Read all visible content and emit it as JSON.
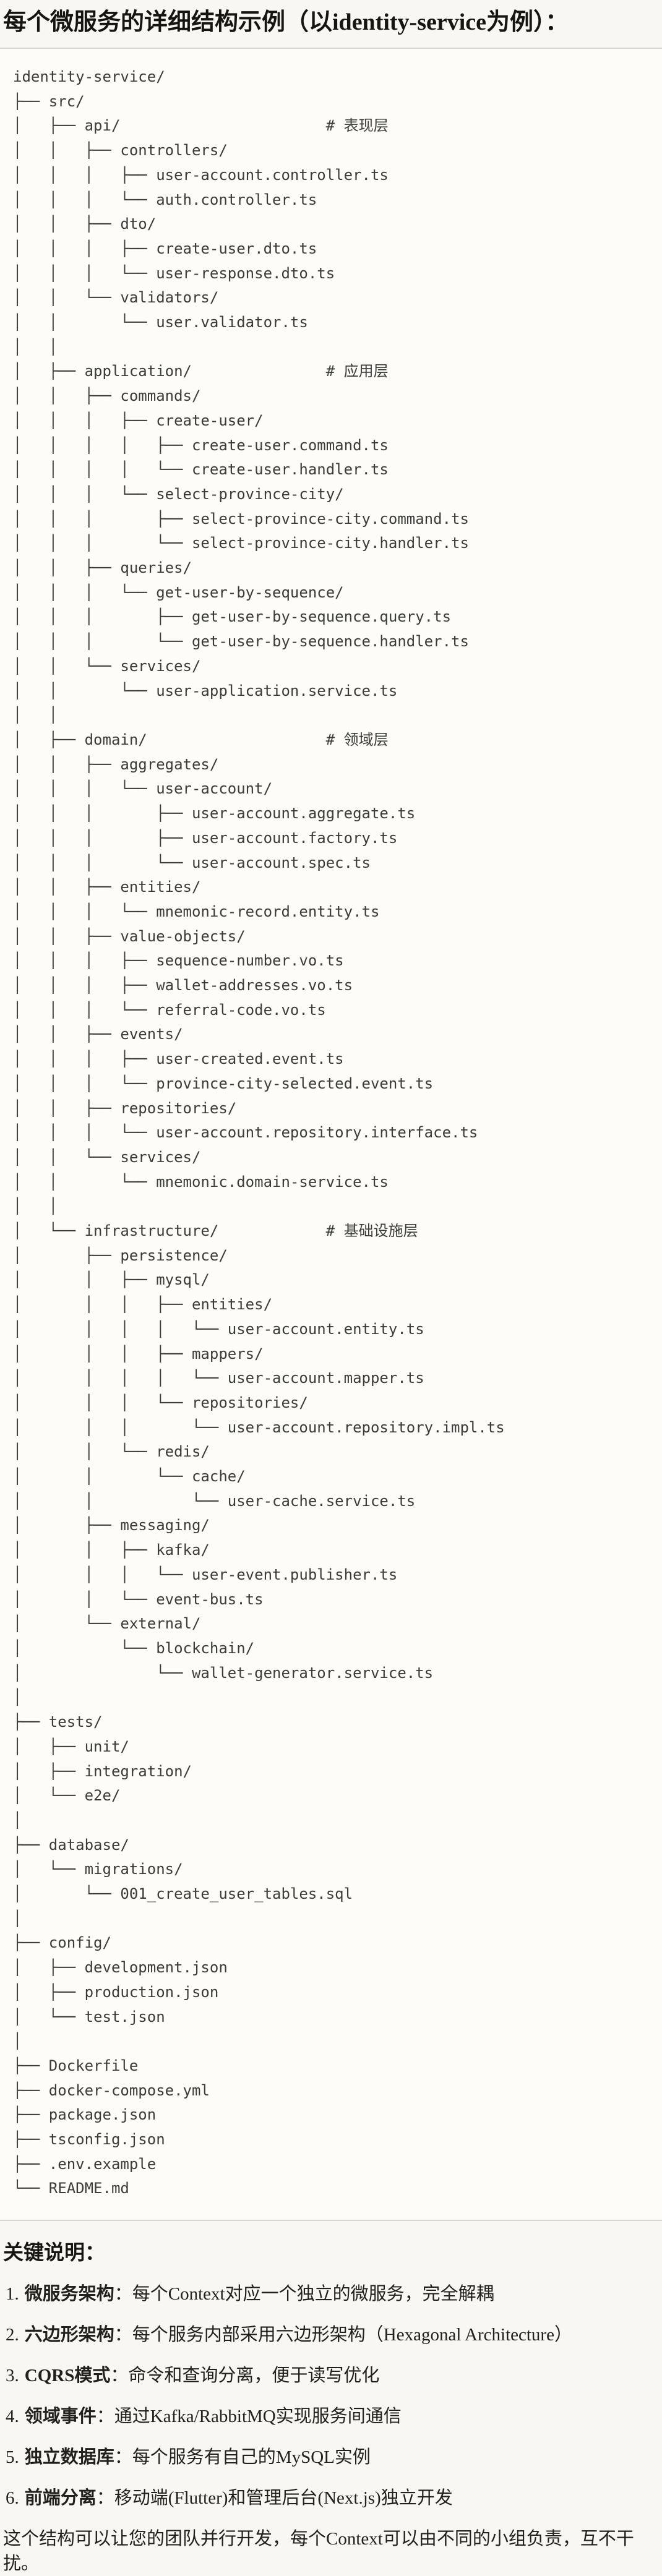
{
  "header": {
    "title": "每个微服务的详细结构示例（以identity-service为例）："
  },
  "tree": {
    "lines": [
      "identity-service/",
      "├── src/",
      "│   ├── api/                       # 表现层",
      "│   │   ├── controllers/",
      "│   │   │   ├── user-account.controller.ts",
      "│   │   │   └── auth.controller.ts",
      "│   │   ├── dto/",
      "│   │   │   ├── create-user.dto.ts",
      "│   │   │   └── user-response.dto.ts",
      "│   │   └── validators/",
      "│   │       └── user.validator.ts",
      "│   │",
      "│   ├── application/               # 应用层",
      "│   │   ├── commands/",
      "│   │   │   ├── create-user/",
      "│   │   │   │   ├── create-user.command.ts",
      "│   │   │   │   └── create-user.handler.ts",
      "│   │   │   └── select-province-city/",
      "│   │   │       ├── select-province-city.command.ts",
      "│   │   │       └── select-province-city.handler.ts",
      "│   │   ├── queries/",
      "│   │   │   └── get-user-by-sequence/",
      "│   │   │       ├── get-user-by-sequence.query.ts",
      "│   │   │       └── get-user-by-sequence.handler.ts",
      "│   │   └── services/",
      "│   │       └── user-application.service.ts",
      "│   │",
      "│   ├── domain/                    # 领域层",
      "│   │   ├── aggregates/",
      "│   │   │   └── user-account/",
      "│   │   │       ├── user-account.aggregate.ts",
      "│   │   │       ├── user-account.factory.ts",
      "│   │   │       └── user-account.spec.ts",
      "│   │   ├── entities/",
      "│   │   │   └── mnemonic-record.entity.ts",
      "│   │   ├── value-objects/",
      "│   │   │   ├── sequence-number.vo.ts",
      "│   │   │   ├── wallet-addresses.vo.ts",
      "│   │   │   └── referral-code.vo.ts",
      "│   │   ├── events/",
      "│   │   │   ├── user-created.event.ts",
      "│   │   │   └── province-city-selected.event.ts",
      "│   │   ├── repositories/",
      "│   │   │   └── user-account.repository.interface.ts",
      "│   │   └── services/",
      "│   │       └── mnemonic.domain-service.ts",
      "│   │",
      "│   └── infrastructure/            # 基础设施层",
      "│       ├── persistence/",
      "│       │   ├── mysql/",
      "│       │   │   ├── entities/",
      "│       │   │   │   └── user-account.entity.ts",
      "│       │   │   ├── mappers/",
      "│       │   │   │   └── user-account.mapper.ts",
      "│       │   │   └── repositories/",
      "│       │   │       └── user-account.repository.impl.ts",
      "│       │   └── redis/",
      "│       │       └── cache/",
      "│       │           └── user-cache.service.ts",
      "│       ├── messaging/",
      "│       │   ├── kafka/",
      "│       │   │   └── user-event.publisher.ts",
      "│       │   └── event-bus.ts",
      "│       └── external/",
      "│           └── blockchain/",
      "│               └── wallet-generator.service.ts",
      "│",
      "├── tests/",
      "│   ├── unit/",
      "│   ├── integration/",
      "│   └── e2e/",
      "│",
      "├── database/",
      "│   └── migrations/",
      "│       └── 001_create_user_tables.sql",
      "│",
      "├── config/",
      "│   ├── development.json",
      "│   ├── production.json",
      "│   └── test.json",
      "│",
      "├── Dockerfile",
      "├── docker-compose.yml",
      "├── package.json",
      "├── tsconfig.json",
      "├── .env.example",
      "└── README.md"
    ]
  },
  "notes": {
    "heading": "关键说明：",
    "items": [
      {
        "num": "1.",
        "label": "微服务架构",
        "sep": "：",
        "text": "每个Context对应一个独立的微服务，完全解耦"
      },
      {
        "num": "2.",
        "label": "六边形架构",
        "sep": "：",
        "text": "每个服务内部采用六边形架构（Hexagonal Architecture）"
      },
      {
        "num": "3.",
        "label": "CQRS模式",
        "sep": "：",
        "text": "命令和查询分离，便于读写优化"
      },
      {
        "num": "4.",
        "label": "领域事件",
        "sep": "：",
        "text": "通过Kafka/RabbitMQ实现服务间通信"
      },
      {
        "num": "5.",
        "label": "独立数据库",
        "sep": "：",
        "text": "每个服务有自己的MySQL实例"
      },
      {
        "num": "6.",
        "label": "前端分离",
        "sep": "：",
        "text": "移动端(Flutter)和管理后台(Next.js)独立开发"
      }
    ],
    "footer": "这个结构可以让您的团队并行开发，每个Context可以由不同的小组负责，互不干扰。"
  },
  "colors": {
    "page_bg": "#f8f7f3",
    "code_bg": "#fdfcf9",
    "divider": "#d8d7d2",
    "heading_text": "#161511",
    "body_text": "#21201c",
    "tree_text": "#3b3b38"
  }
}
